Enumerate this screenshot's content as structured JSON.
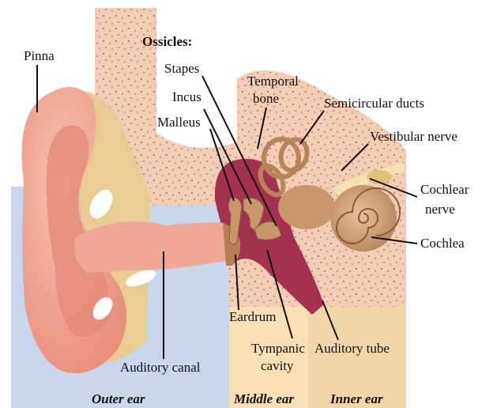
{
  "heading": "Ossicles:",
  "labels": {
    "pinna": "Pinna",
    "stapes": "Stapes",
    "incus": "Incus",
    "malleus": "Malleus",
    "temporal_bone_line1": "Temporal",
    "temporal_bone_line2": "bone",
    "semicircular_ducts": "Semicircular ducts",
    "vestibular_nerve": "Vestibular nerve",
    "cochlear_nerve_line1": "Cochlear",
    "cochlear_nerve_line2": "nerve",
    "cochlea": "Cochlea",
    "eardrum": "Eardrum",
    "tympanic_cavity_line1": "Tympanic",
    "tympanic_cavity_line2": "cavity",
    "auditory_tube": "Auditory tube",
    "auditory_canal": "Auditory canal"
  },
  "regions": {
    "outer_ear": "Outer ear",
    "middle_ear": "Middle ear",
    "inner_ear": "Inner ear"
  },
  "colors": {
    "outer_region": "#c9d6ec",
    "middle_region": "#f8dfb4",
    "inner_region": "#f1d7a8",
    "bone": "#f4cdb4",
    "skin": "#ef9c89",
    "cartilage": "#e9cc94",
    "cavity": "#a3314f",
    "ossicle": "#c9956a"
  }
}
